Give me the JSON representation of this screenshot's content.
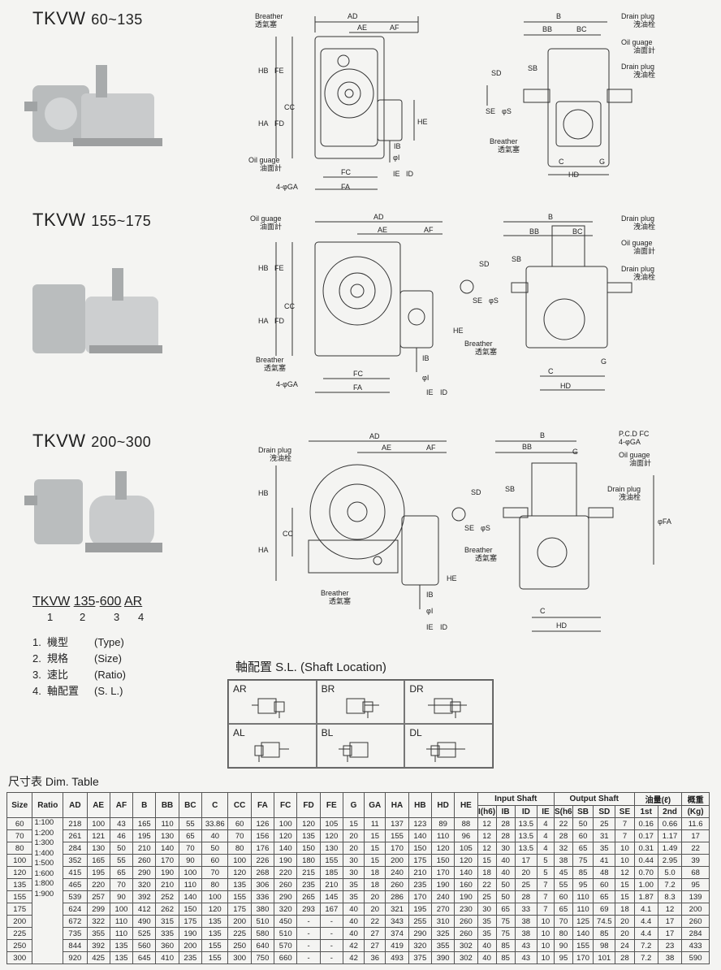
{
  "models": [
    {
      "prefix": "TKVW",
      "range": "60~135"
    },
    {
      "prefix": "TKVW",
      "range": "155~175"
    },
    {
      "prefix": "TKVW",
      "range": "200~300"
    }
  ],
  "labels": {
    "breather": "Breather",
    "breather_zh": "透氣塞",
    "oil_guage": "Oil guage",
    "oil_guage_zh": "油面計",
    "drain_plug": "Drain plug",
    "drain_plug_zh": "洩油栓",
    "pcd": "P.C.D FC",
    "ga4": "4-φGA",
    "AD": "AD",
    "AE": "AE",
    "AF": "AF",
    "HB": "HB",
    "FE": "FE",
    "HA": "HA",
    "FD": "FD",
    "CC": "CC",
    "FC": "FC",
    "FA": "FA",
    "HE": "HE",
    "IB": "IB",
    "I": "φI",
    "IE": "IE",
    "ID": "ID",
    "B": "B",
    "BB": "BB",
    "BC": "BC",
    "SD": "SD",
    "SB": "SB",
    "SE": "SE",
    "S": "φS",
    "C": "C",
    "HD": "HD",
    "G": "G",
    "phiFA": "φFA"
  },
  "code": {
    "parts": [
      "TKVW",
      "135",
      "600",
      "AR"
    ],
    "sep": "-",
    "indices": [
      "1",
      "2",
      "3",
      "4"
    ],
    "legend": [
      {
        "n": "1.",
        "zh": "機型",
        "en": "(Type)"
      },
      {
        "n": "2.",
        "zh": "規格",
        "en": "(Size)"
      },
      {
        "n": "3.",
        "zh": "速比",
        "en": "(Ratio)"
      },
      {
        "n": "4.",
        "zh": "軸配置",
        "en": "(S. L.)"
      }
    ]
  },
  "shaft_location": {
    "title": "軸配置 S.L. (Shaft Location)",
    "cells": [
      "AR",
      "BR",
      "DR",
      "AL",
      "BL",
      "DL"
    ]
  },
  "table": {
    "title": "尺寸表 Dim. Table",
    "headers": {
      "size": "Size",
      "ratio": "Ratio",
      "AD": "AD",
      "AE": "AE",
      "AF": "AF",
      "B": "B",
      "BB": "BB",
      "BC": "BC",
      "C": "C",
      "CC": "CC",
      "FA": "FA",
      "FC": "FC",
      "FD": "FD",
      "FE": "FE",
      "G": "G",
      "GA": "GA",
      "HA": "HA",
      "HB": "HB",
      "HD": "HD",
      "HE": "HE",
      "input": "Input Shaft",
      "output": "Output Shaft",
      "oil": "油量(ℓ)",
      "weight": "概重",
      "I": "I(h6)",
      "IB": "IB",
      "ID": "ID",
      "IE": "IE",
      "S": "S(h6)",
      "SB": "SB",
      "SD": "SD",
      "SE": "SE",
      "first": "1st",
      "second": "2nd",
      "kg": "(Kg)"
    },
    "ratios": [
      "1:100",
      "1:200",
      "1:300",
      "1:400",
      "1:500",
      "1:600",
      "1:800",
      "1:900"
    ],
    "rows": [
      [
        "60",
        "218",
        "100",
        "43",
        "165",
        "110",
        "55",
        "33.86",
        "60",
        "126",
        "100",
        "120",
        "105",
        "15",
        "11",
        "137",
        "123",
        "89",
        "88",
        "12",
        "28",
        "13.5",
        "4",
        "22",
        "50",
        "25",
        "7",
        "0.16",
        "0.66",
        "11.6"
      ],
      [
        "70",
        "261",
        "121",
        "46",
        "195",
        "130",
        "65",
        "40",
        "70",
        "156",
        "120",
        "135",
        "120",
        "20",
        "15",
        "155",
        "140",
        "110",
        "96",
        "12",
        "28",
        "13.5",
        "4",
        "28",
        "60",
        "31",
        "7",
        "0.17",
        "1.17",
        "17"
      ],
      [
        "80",
        "284",
        "130",
        "50",
        "210",
        "140",
        "70",
        "50",
        "80",
        "176",
        "140",
        "150",
        "130",
        "20",
        "15",
        "170",
        "150",
        "120",
        "105",
        "12",
        "30",
        "13.5",
        "4",
        "32",
        "65",
        "35",
        "10",
        "0.31",
        "1.49",
        "22"
      ],
      [
        "100",
        "352",
        "165",
        "55",
        "260",
        "170",
        "90",
        "60",
        "100",
        "226",
        "190",
        "180",
        "155",
        "30",
        "15",
        "200",
        "175",
        "150",
        "120",
        "15",
        "40",
        "17",
        "5",
        "38",
        "75",
        "41",
        "10",
        "0.44",
        "2.95",
        "39"
      ],
      [
        "120",
        "415",
        "195",
        "65",
        "290",
        "190",
        "100",
        "70",
        "120",
        "268",
        "220",
        "215",
        "185",
        "30",
        "18",
        "240",
        "210",
        "170",
        "140",
        "18",
        "40",
        "20",
        "5",
        "45",
        "85",
        "48",
        "12",
        "0.70",
        "5.0",
        "68"
      ],
      [
        "135",
        "465",
        "220",
        "70",
        "320",
        "210",
        "110",
        "80",
        "135",
        "306",
        "260",
        "235",
        "210",
        "35",
        "18",
        "260",
        "235",
        "190",
        "160",
        "22",
        "50",
        "25",
        "7",
        "55",
        "95",
        "60",
        "15",
        "1.00",
        "7.2",
        "95"
      ],
      [
        "155",
        "539",
        "257",
        "90",
        "392",
        "252",
        "140",
        "100",
        "155",
        "336",
        "290",
        "265",
        "145",
        "35",
        "20",
        "286",
        "170",
        "240",
        "190",
        "25",
        "50",
        "28",
        "7",
        "60",
        "110",
        "65",
        "15",
        "1.87",
        "8.3",
        "139"
      ],
      [
        "175",
        "624",
        "299",
        "100",
        "412",
        "262",
        "150",
        "120",
        "175",
        "380",
        "320",
        "293",
        "167",
        "40",
        "20",
        "321",
        "195",
        "270",
        "230",
        "30",
        "65",
        "33",
        "7",
        "65",
        "110",
        "69",
        "18",
        "4.1",
        "12",
        "200"
      ],
      [
        "200",
        "672",
        "322",
        "110",
        "490",
        "315",
        "175",
        "135",
        "200",
        "510",
        "450",
        "-",
        "-",
        "40",
        "22",
        "343",
        "255",
        "310",
        "260",
        "35",
        "75",
        "38",
        "10",
        "70",
        "125",
        "74.5",
        "20",
        "4.4",
        "17",
        "260"
      ],
      [
        "225",
        "735",
        "355",
        "110",
        "525",
        "335",
        "190",
        "135",
        "225",
        "580",
        "510",
        "-",
        "-",
        "40",
        "27",
        "374",
        "290",
        "325",
        "260",
        "35",
        "75",
        "38",
        "10",
        "80",
        "140",
        "85",
        "20",
        "4.4",
        "17",
        "284"
      ],
      [
        "250",
        "844",
        "392",
        "135",
        "560",
        "360",
        "200",
        "155",
        "250",
        "640",
        "570",
        "-",
        "-",
        "42",
        "27",
        "419",
        "320",
        "355",
        "302",
        "40",
        "85",
        "43",
        "10",
        "90",
        "155",
        "98",
        "24",
        "7.2",
        "23",
        "433"
      ],
      [
        "300",
        "920",
        "425",
        "135",
        "645",
        "410",
        "235",
        "155",
        "300",
        "750",
        "660",
        "-",
        "-",
        "42",
        "36",
        "493",
        "375",
        "390",
        "302",
        "40",
        "85",
        "43",
        "10",
        "95",
        "170",
        "101",
        "28",
        "7.2",
        "38",
        "590"
      ]
    ]
  }
}
